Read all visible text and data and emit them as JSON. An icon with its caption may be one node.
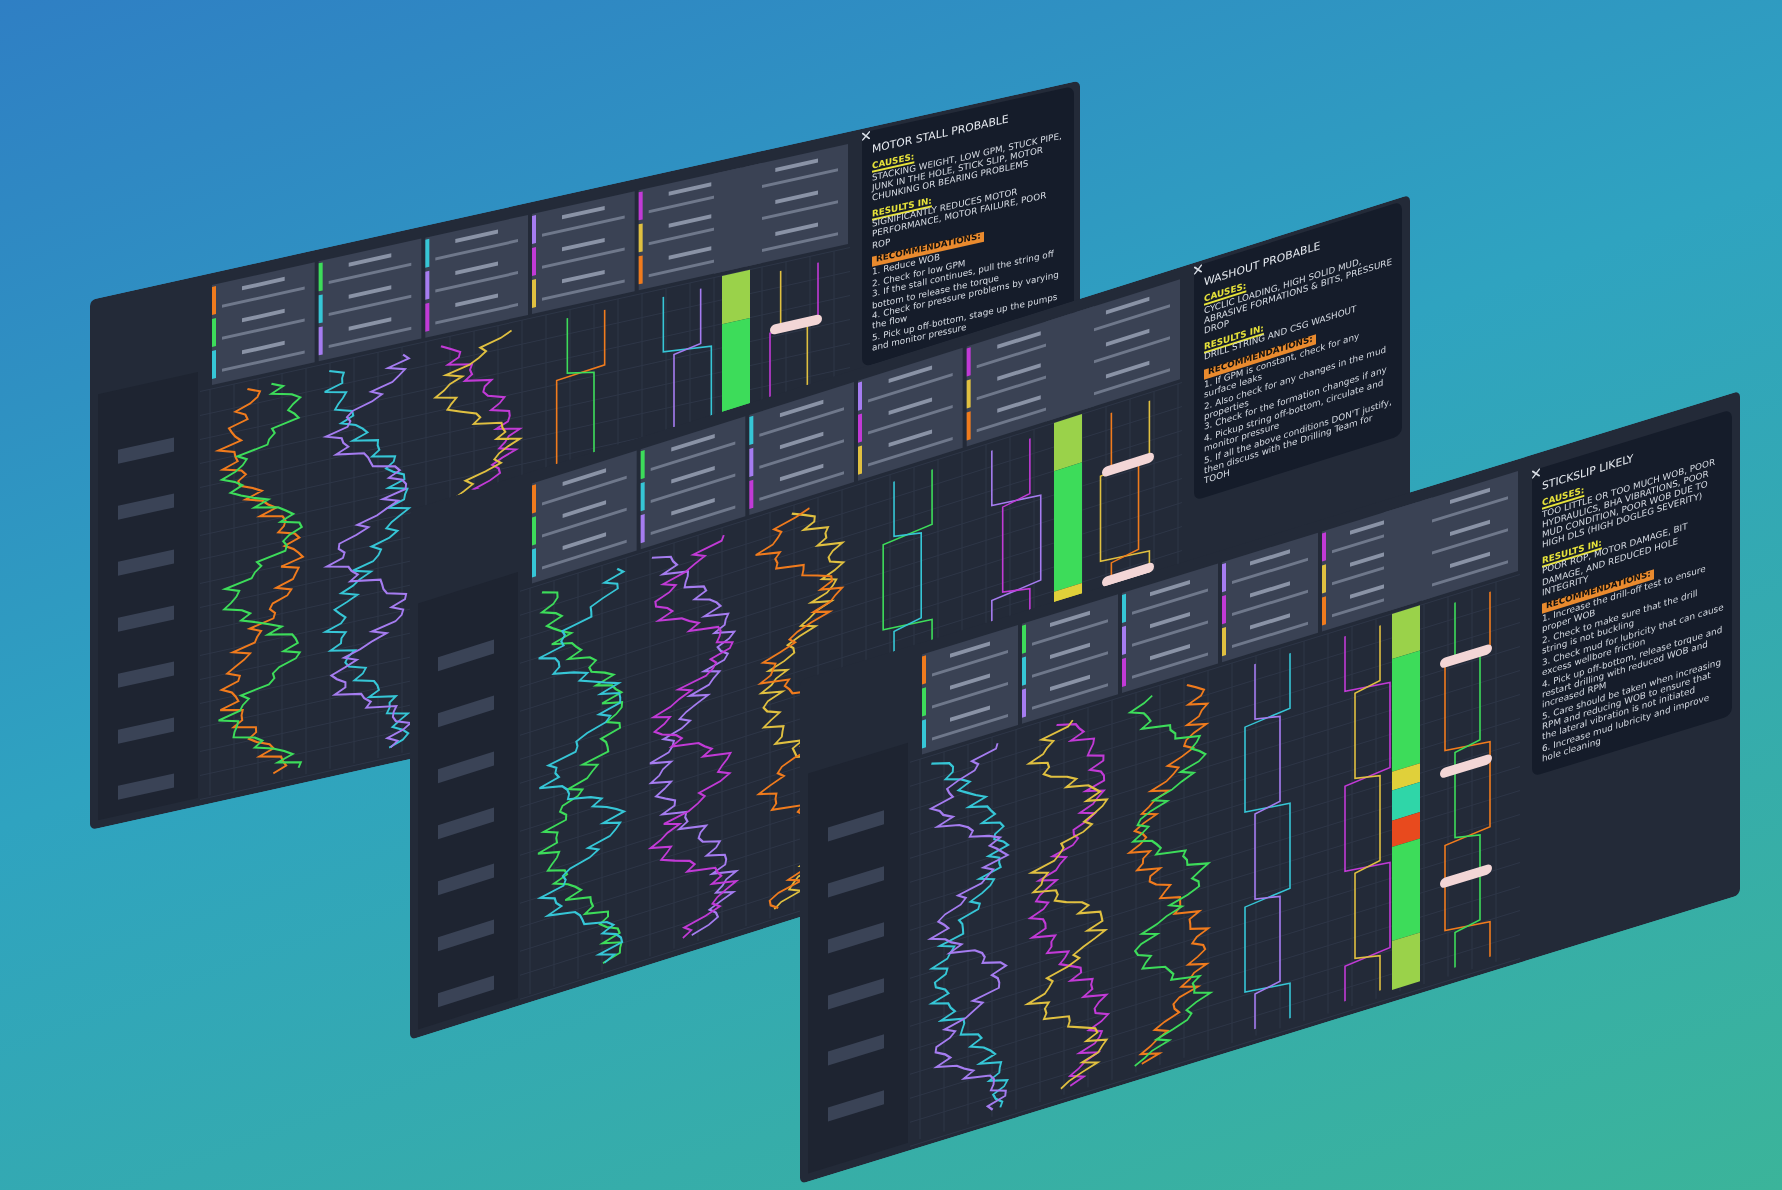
{
  "diagram": {
    "labels": [
      "MOTOR STALL PROBABLE",
      "CAUSES:",
      "STACKING WEIGHT, LOW GPM, STUCK PIPE, JUNK IN THE HOLE, STICK SLIP, MOTOR CHUNKING OR BEARING PROBLEMS",
      "RESULTS IN:",
      "SIGNIFICANTLY REDUCES MOTOR PERFORMANCE, MOTOR FAILURE, POOR ROP",
      "RECOMMENDATIONS:",
      "1. Reduce WOB",
      "2. Check for low GPM",
      "3. If the stall continues, pull the string off bottom to release the torque",
      "4. Check for pressure problems by varying the flow",
      "5. Pick up off-bottom, stage up the pumps and monitor pressure",
      "WASHOUT PROBABLE",
      "CAUSES:",
      "CYCLIC LOADING, HIGH SOLID MUD, ABRASIVE FORMATIONS & BITS, PRESSURE DROP",
      "RESULTS IN:",
      "DRILL STRING AND CSG WASHOUT",
      "RECOMMENDATIONS:",
      "1. If GPM is constant, check for any surface leaks",
      "2. Also check for any changes in the mud properties",
      "3. Check for the formation changes if any",
      "4. Pickup string off-bottom, circulate and monitor pressure",
      "5. If all the above conditions DON'T justify, then discuss with the Drilling Team for TOOH",
      "STICKSLIP LIKELY",
      "CAUSES:",
      "TOO LITTLE OR TOO MUCH WOB, POOR HYDRAULICS, BHA VIBRATIONS, POOR MUD CONDITION, POOR WOB DUE TO HIGH DLS (HIGH DOGLEG SEVERITY)",
      "RESULTS IN:",
      "POOR ROP, MOTOR DAMAGE, BIT DAMAGE, AND REDUCED HOLE INTEGRITY",
      "RECOMMENDATIONS:",
      "1. Increase the drill-off test to ensure proper WOB",
      "2. Check to make sure that the drill string is not buckling",
      "3. Check mud for lubricity that can cause excess wellbore friction",
      "4. Pick up off-bottom, release torque and restart drilling with reduced WOB and increased RPM",
      "5. Care should be taken when increasing RPM and reducing WOB to ensure that the lateral vibration is not initiated",
      "6. Increase mud lubricity and improve hole cleaning"
    ]
  }
}
